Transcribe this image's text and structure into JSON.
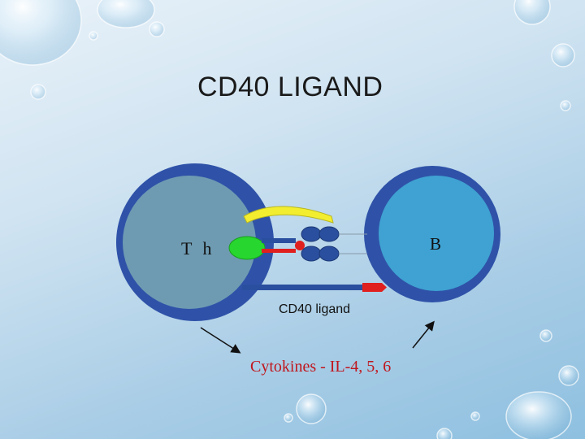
{
  "slide": {
    "title": "CD40 LIGAND"
  },
  "diagram": {
    "th_cell_label": "T h",
    "b_cell_label": "B",
    "cd40_label": "CD40 ligand",
    "cytokines_label": "Cytokines - IL-4, 5, 6"
  },
  "colors": {
    "cell_membrane": "#2f52a8",
    "th_cytoplasm": "#6e9bb2",
    "b_cytoplasm": "#3fa2d2",
    "tcr_green": "#27d62e",
    "ligand_red": "#e0201e",
    "bridge_yellow": "#f2ee2f",
    "mhc_blue": "#2a4f9f",
    "cytokine_text": "#c0161d"
  }
}
